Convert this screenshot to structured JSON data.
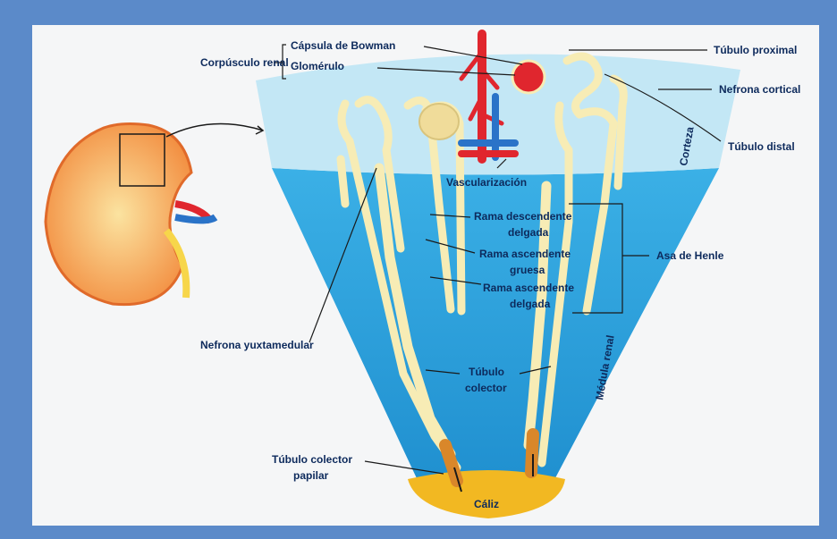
{
  "labels": {
    "corpusculo_renal": "Corpúsculo renal",
    "capsula_bowman": "Cápsula de Bowman",
    "glomerulo": "Glomérulo",
    "tubulo_proximal": "Túbulo proximal",
    "nefrona_cortical": "Nefrona cortical",
    "tubulo_distal": "Túbulo distal",
    "corteza": "Corteza",
    "vascularizacion": "Vascularización",
    "rama_descendente_1": "Rama descendente",
    "rama_descendente_2": "delgada",
    "rama_asc_gruesa_1": "Rama ascendente",
    "rama_asc_gruesa_2": "gruesa",
    "rama_asc_delgada_1": "Rama ascendente",
    "rama_asc_delgada_2": "delgada",
    "asa_henle": "Asa de Henle",
    "nefrona_yuxtamedular": "Nefrona yuxtamedular",
    "tubulo_colector_1": "Túbulo",
    "tubulo_colector_2": "colector",
    "medula_renal": "Médula renal",
    "tubulo_colector_papilar_1": "Túbulo colector",
    "tubulo_colector_papilar_2": "papilar",
    "caliz": "Cáliz"
  },
  "colors": {
    "frame": "#5b8ac9",
    "cortex": "#bfe6f5",
    "medulla": "#2aa2dd",
    "tubule": "#f7ecb5",
    "calyx": "#f2b822",
    "vessel_red": "#e0262e",
    "vessel_blue": "#2a73c8"
  }
}
